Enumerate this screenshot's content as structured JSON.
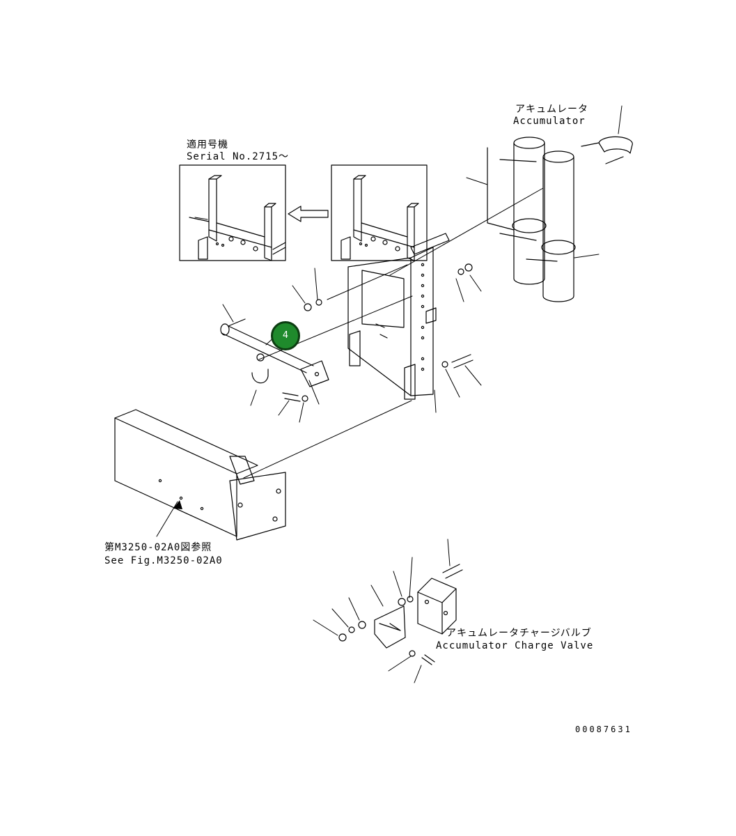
{
  "labels": {
    "serial_jp": "適用号機",
    "serial_en": "Serial No.2715～",
    "accumulator_jp": "アキュムレータ",
    "accumulator_en": "Accumulator",
    "see_fig_jp": "第M3250-02A0図参照",
    "see_fig_en": "See Fig.M3250-02A0",
    "charge_valve_jp": "アキュムレータチャージバルブ",
    "charge_valve_en": "Accumulator Charge Valve",
    "doc_number": "00087631"
  },
  "callout": {
    "number": "4",
    "color": "#1f8a2c"
  },
  "icons": [
    "arrow-left-icon",
    "callout-marker"
  ]
}
